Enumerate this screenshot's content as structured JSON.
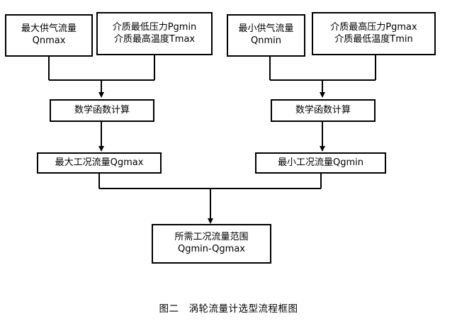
{
  "diagram": {
    "caption": "图二　涡轮流量计选型流程框图",
    "colors": {
      "background": "#ffffff",
      "stroke": "#000000",
      "text": "#000000"
    },
    "nodes": {
      "max_supply_flow": {
        "line1": "最大供气流量",
        "line2": "Qnmax"
      },
      "min_pressure_max_temp": {
        "line1": "介质最低压力Pgmin",
        "line2": "介质最高温度Tmax"
      },
      "min_supply_flow": {
        "line1": "最小供气流量",
        "line2": "Qnmin"
      },
      "max_pressure_min_temp": {
        "line1": "介质最高压力Pgmax",
        "line2": "介质最低温度Tmin"
      },
      "math_calc_left": {
        "line1": "数学函数计算"
      },
      "math_calc_right": {
        "line1": "数学函数计算"
      },
      "qgmax": {
        "line1": "最大工况流量Qgmax"
      },
      "qgmin": {
        "line1": "最小工况流量Qgmin"
      },
      "required_range": {
        "line1": "所需工况流量范围",
        "line2": "Qgmin-Qgmax"
      }
    }
  }
}
